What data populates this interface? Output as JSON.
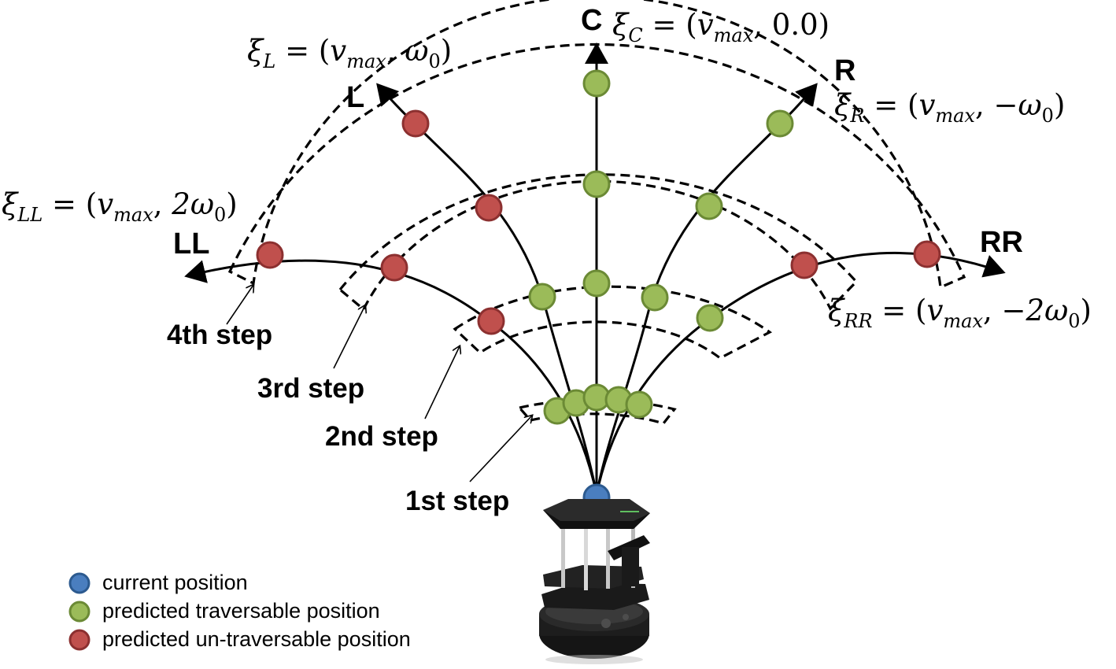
{
  "trajectories": [
    {
      "id": "C",
      "label": "C",
      "formula": {
        "sym": "ξ",
        "sub": "C",
        "max_sub": "max",
        "second": "0.0"
      }
    },
    {
      "id": "L",
      "label": "L",
      "formula": {
        "sym": "ξ",
        "sub": "L",
        "max_sub": "max",
        "second": "ω",
        "second_sub": "0"
      }
    },
    {
      "id": "R",
      "label": "R",
      "formula": {
        "sym": "ξ",
        "sub": "R",
        "max_sub": "max",
        "second": "−ω",
        "second_sub": "0"
      }
    },
    {
      "id": "LL",
      "label": "LL",
      "formula": {
        "sym": "ξ",
        "sub": "LL",
        "max_sub": "max",
        "second": "2ω",
        "second_sub": "0"
      }
    },
    {
      "id": "RR",
      "label": "RR",
      "formula": {
        "sym": "ξ",
        "sub": "RR",
        "max_sub": "max",
        "second": "−2ω",
        "second_sub": "0"
      }
    }
  ],
  "steps": [
    "1st step",
    "2nd step",
    "3rd step",
    "4th step"
  ],
  "states": {
    "LL": [
      "traversable",
      "un-traversable",
      "un-traversable",
      "un-traversable"
    ],
    "L": [
      "traversable",
      "traversable",
      "un-traversable",
      "un-traversable"
    ],
    "C": [
      "traversable",
      "traversable",
      "traversable",
      "traversable"
    ],
    "R": [
      "traversable",
      "traversable",
      "traversable",
      "traversable"
    ],
    "RR": [
      "traversable",
      "traversable",
      "un-traversable",
      "un-traversable"
    ]
  },
  "legend": [
    {
      "key": "current",
      "label": "current position",
      "color": "#4a7ebf"
    },
    {
      "key": "traversable",
      "label": "predicted traversable position",
      "color": "#9bbb59"
    },
    {
      "key": "un-traversable",
      "label": "predicted un-traversable position",
      "color": "#c0504d"
    }
  ],
  "colors": {
    "current": "#4a7ebf",
    "current_stroke": "#2c5a8f",
    "traversable": "#9bbb59",
    "traversable_stroke": "#6b8a35",
    "untraversable": "#c0504d",
    "untraversable_stroke": "#8c3030"
  },
  "robot": {
    "description_icon": "turtlebot-robot-icon"
  }
}
